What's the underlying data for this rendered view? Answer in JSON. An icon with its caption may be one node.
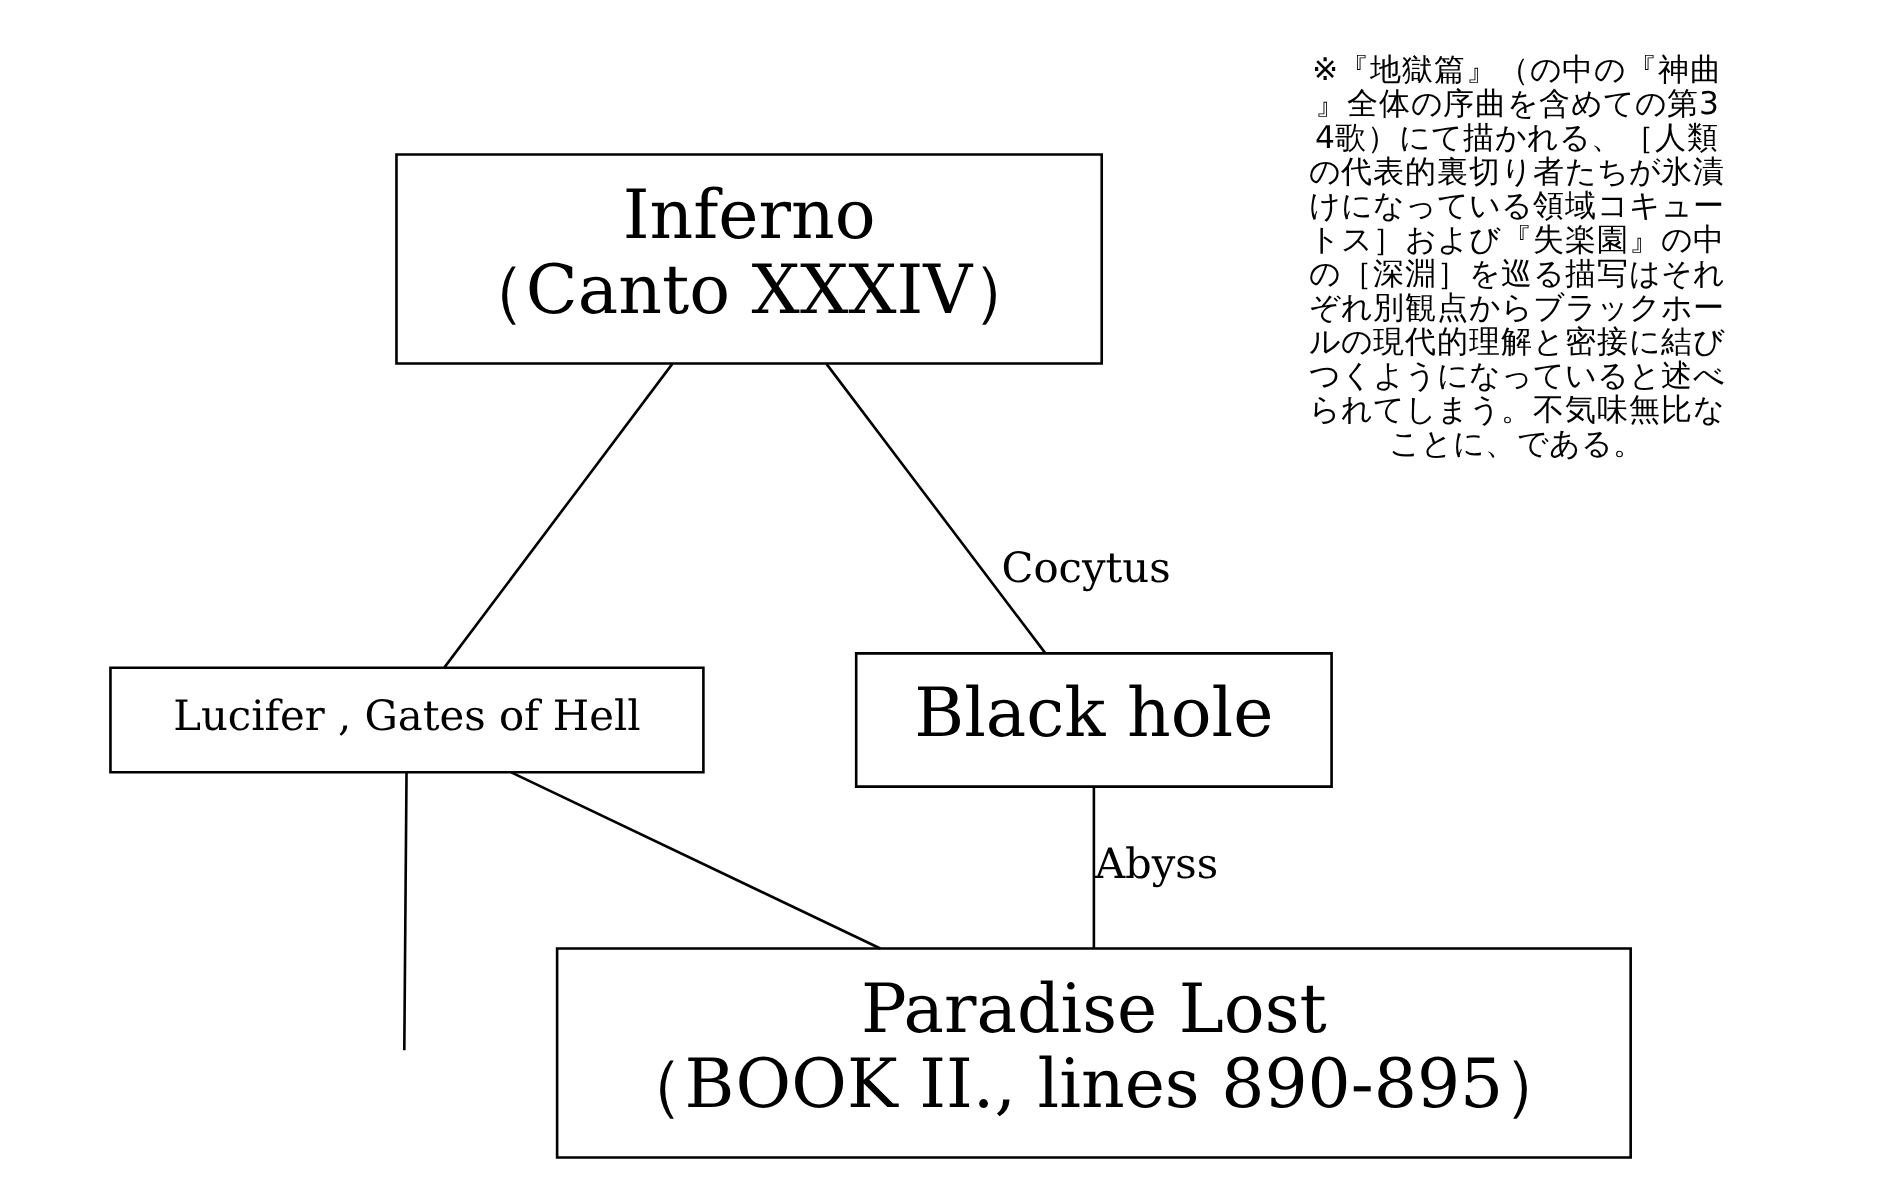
{
  "diagram": {
    "nodes": [
      {
        "text": [
          "Inferno",
          "（Canto XXXIV）"
        ]
      },
      {
        "text": [
          "Lucifer , Gates of Hell"
        ]
      },
      {
        "text": [
          "Black hole"
        ]
      },
      {
        "text": [
          "Paradise Lost",
          "（BOOK II., lines 890-895）"
        ]
      }
    ],
    "edges": [
      {
        "from": 0,
        "to": 1,
        "arrow": "none"
      },
      {
        "from": 0,
        "to": 2,
        "label": "Cocytus",
        "arrow": "none"
      },
      {
        "from": 2,
        "to": 3,
        "label": "Abyss",
        "arrow": "none"
      },
      {
        "from": 1,
        "to": 3,
        "arrow": "none"
      },
      {
        "from": 1,
        "to": null,
        "arrow": "none"
      }
    ],
    "labels": [
      "※『地獄篇』（の中の『神曲』全体の序曲を含めての第34歌）にて描かれる、［人類の代表的裏切り者たちが氷漬けになっている領域コキュートス］および『失楽園』の中の［深淵］を巡る描写はそれぞれ別観点からブラックホールの現代的理解と密接に結びつくようになっていると述べられてしまう。不気味無比なことに、である。"
    ]
  }
}
